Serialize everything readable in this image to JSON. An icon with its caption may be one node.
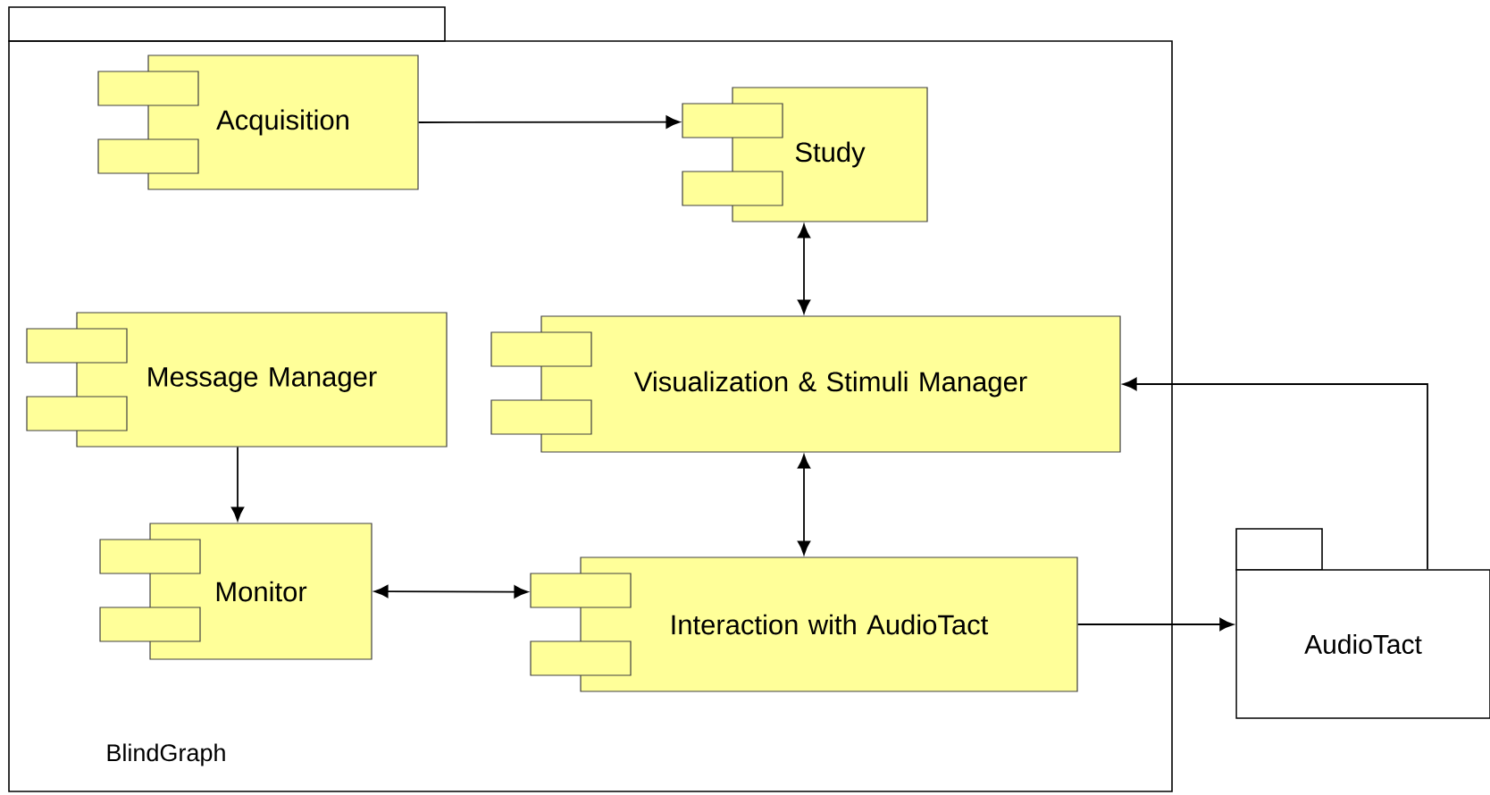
{
  "diagram": {
    "nodes": [
      {
        "text": [
          "BlindGraph"
        ]
      },
      {
        "text": [
          "Acquisition"
        ],
        "in": 0
      },
      {
        "text": [
          "Study"
        ],
        "in": 0
      },
      {
        "text": [
          "Message Manager"
        ],
        "in": 0
      },
      {
        "text": [
          "Visualization & Stimuli Manager"
        ],
        "in": 0
      },
      {
        "text": [
          "Monitor"
        ],
        "in": 0
      },
      {
        "text": [
          "Interaction with AudioTact"
        ],
        "in": 0
      },
      {
        "text": [
          "AudioTact"
        ]
      }
    ],
    "edges": [
      {
        "from": 1,
        "to": 2,
        "arrow": "to"
      },
      {
        "from": 2,
        "to": 4,
        "arrow": "both"
      },
      {
        "from": 3,
        "to": 5,
        "arrow": "to"
      },
      {
        "from": 5,
        "to": 6,
        "arrow": "both"
      },
      {
        "from": 4,
        "to": 6,
        "arrow": "both"
      },
      {
        "from": 6,
        "to": 7,
        "arrow": "to"
      },
      {
        "from": 7,
        "to": 4,
        "arrow": "to"
      }
    ]
  }
}
